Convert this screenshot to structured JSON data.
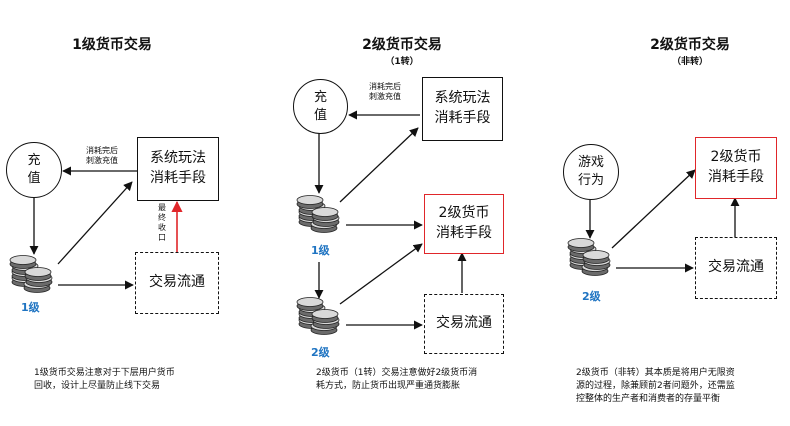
{
  "panel1": {
    "title": "1级货币交易",
    "circle_label": "充\n值",
    "system_box": "系统玩法\n消耗手段",
    "trade_box": "交易流通",
    "recharge_note": "消耗完后\n刺激充值",
    "recycle_note": "最\n终\n收\n口",
    "coin_label": "1级",
    "note": "1级货币交易注意对于下层用户货币\n回收，设计上尽量防止线下交易"
  },
  "panel2": {
    "title": "2级货币交易",
    "subtitle": "（1转）",
    "circle_label": "充\n值",
    "system_box": "系统玩法\n消耗手段",
    "consume_box": "2级货币\n消耗手段",
    "trade_box": "交易流通",
    "recharge_note": "消耗完后\n刺激充值",
    "coin1_label": "1级",
    "coin2_label": "2级",
    "note": "2级货币（1转）交易注意做好2级货币消\n耗方式，防止货币出现严重通货膨胀"
  },
  "panel3": {
    "title": "2级货币交易",
    "subtitle": "（非转）",
    "circle_label": "游戏\n行为",
    "consume_box": "2级货币\n消耗手段",
    "trade_box": "交易流通",
    "coin_label": "2级",
    "note": "2级货币（非转）其本质是将用户无限资\n源的过程，除兼顾前2者问题外，还需监\n控整体的生产者和消费者的存量平衡"
  },
  "colors": {
    "accent_red": "#e0262a",
    "level_blue": "#1f74c2"
  },
  "icons": [
    "coin-stack-icon"
  ]
}
